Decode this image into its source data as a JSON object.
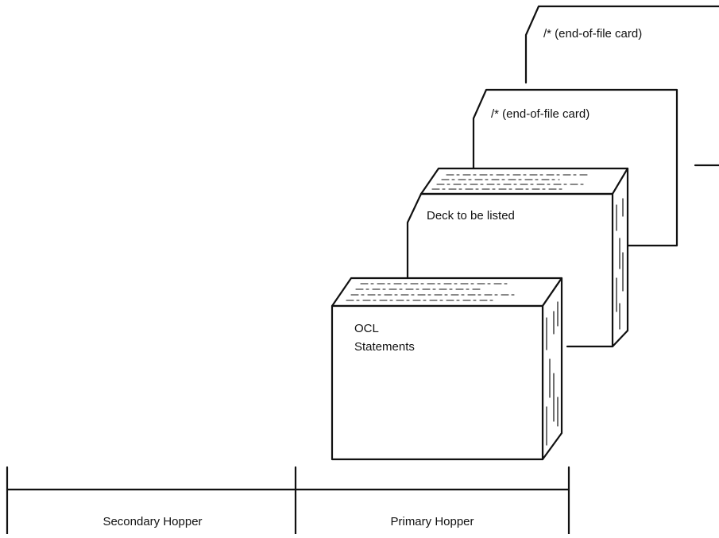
{
  "cards": {
    "eof_back": "/* (end-of-file card)",
    "eof_front": "/* (end-of-file card)",
    "deck": "Deck to be listed",
    "ocl_line1": "OCL",
    "ocl_line2": "Statements"
  },
  "hoppers": {
    "secondary": "Secondary Hopper",
    "primary": "Primary Hopper"
  }
}
